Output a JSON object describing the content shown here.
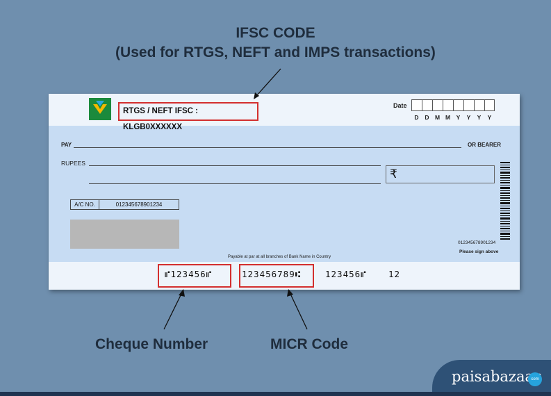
{
  "header": {
    "title_line1": "IFSC CODE",
    "title_line2": "(Used for RTGS, NEFT and IMPS transactions)"
  },
  "cheque": {
    "ifsc_text": "RTGS / NEFT IFSC : KLGB0XXXXXX",
    "date_label": "Date",
    "date_format": [
      "D",
      "D",
      "M",
      "M",
      "Y",
      "Y",
      "Y",
      "Y"
    ],
    "pay_label": "PAY",
    "bearer_label": "OR BEARER",
    "rupees_label": "RUPEES",
    "currency_symbol": "₹",
    "account_label": "A/C NO.",
    "account_number": "012345678901234",
    "account_number_small": "012345678901234",
    "sign_note": "Please sign above",
    "payable_note": "Payable at par at all branches of Bank Name in Country",
    "micr_cheque_number": "⑈123456⑈",
    "micr_code": "123456789⑆",
    "micr_account_id": "123456⑈",
    "micr_transaction_code": "12"
  },
  "labels": {
    "cheque_number": "Cheque Number",
    "micr_code": "MICR Code"
  },
  "brand": {
    "name": "paisabazaar",
    "badge": "com"
  },
  "colors": {
    "background": "#6f8fae",
    "cheque_body": "#c7dcf3",
    "highlight_red": "#d32f2f",
    "heading_text": "#1f2d3d",
    "brand_bg": "#2e5176"
  }
}
